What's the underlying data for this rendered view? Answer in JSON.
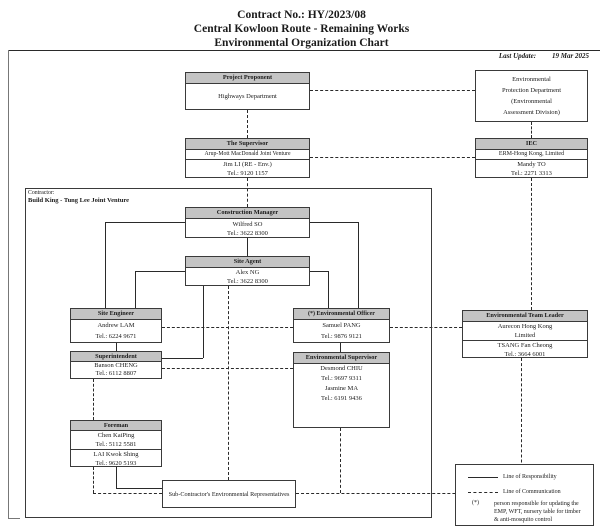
{
  "page": {
    "title_line1": "Contract No.: HY/2023/08",
    "title_line2": "Central Kowloon Route - Remaining Works",
    "title_line3": "Environmental Organization Chart",
    "last_update_label": "Last Update:",
    "last_update_date": "19 Mar 2025"
  },
  "contractor": {
    "label": "Contractor:",
    "name": "Build King - Tung Lee Joint Venture"
  },
  "boxes": {
    "project_proponent": {
      "header": "Project Proponent",
      "org": "Highways Department"
    },
    "epd": {
      "lines": [
        "Environmental",
        "Protection Department",
        "(Environmental",
        "Assessment Division)"
      ]
    },
    "supervisor": {
      "header": "The Supervisor",
      "org": "Arup-Mott MacDonald Joint Venture",
      "name": "Jim LI (RE - Env.)",
      "tel": "Tel.: 9120 1157"
    },
    "iec": {
      "header": "IEC",
      "org": "ERM-Hong Kong, Limited",
      "name": "Mandy TO",
      "tel": "Tel.: 2271 3313"
    },
    "construction_manager": {
      "header": "Construction Manager",
      "name": "Wilfred SO",
      "tel": "Tel.: 3622 8300"
    },
    "site_agent": {
      "header": "Site Agent",
      "name": "Alex NG",
      "tel": "Tel.: 3622 8300"
    },
    "site_engineer": {
      "header": "Site Engineer",
      "name": "Andrew LAM",
      "tel": "Tel.: 6224 9671"
    },
    "environmental_officer": {
      "header": "(*) Environmental Officer",
      "name": "Samuel PANG",
      "tel": "Tel.: 9876 9121"
    },
    "environmental_team_leader": {
      "header": "Environmental Team Leader",
      "org_line1": "Aurecon Hong Kong",
      "org_line2": "Limited",
      "name": "TSANG Fan Cheong",
      "tel": "Tel.: 3664 6001"
    },
    "superintendent": {
      "header": "Superintendent",
      "name": "Banson CHENG",
      "tel": "Tel.: 6112 8807"
    },
    "environmental_supervisor": {
      "header": "Environmental Supervisor",
      "name1": "Desmond CHIU",
      "tel1": "Tel.: 9697 9311",
      "name2": "Jasmine MA",
      "tel2": "Tel.: 6191 9436"
    },
    "foreman": {
      "header": "Foreman",
      "name1": "Chen KaiPing",
      "tel1": "Tel.: 5112 5581",
      "name2": "LAI Kwok Shing",
      "tel2": "Tel.: 9620 5193"
    },
    "subcontractor": {
      "label": "Sub-Contractor's Environmental Representatives"
    }
  },
  "legend": {
    "responsibility": "Line of Responsibility",
    "communication": "Line of Communication",
    "asterisk": "(*)",
    "note": "person responsible for updating the EMP, WFT, nursery table for timber & anti-mosquito control"
  },
  "colors": {
    "header_fill": "#c4c4c4",
    "line": "#2a2a2a"
  }
}
